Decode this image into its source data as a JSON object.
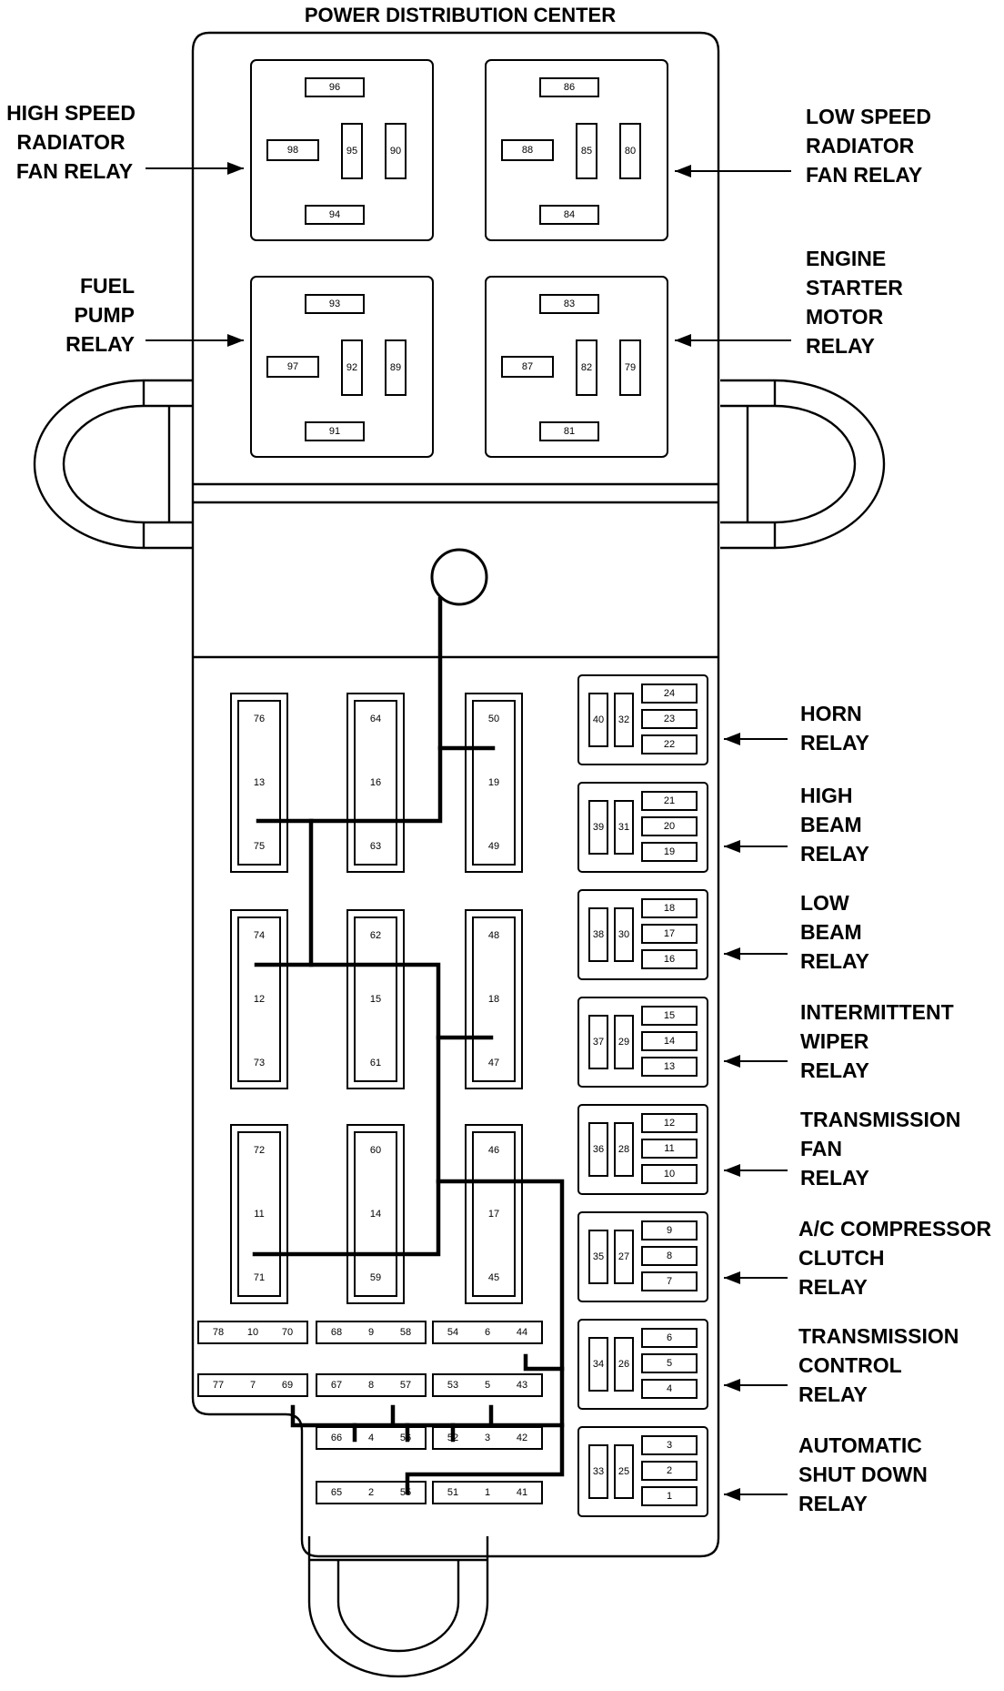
{
  "title": "POWER DISTRIBUTION CENTER",
  "relays_left": {
    "high_speed_fan": [
      "HIGH SPEED",
      "RADIATOR",
      "FAN RELAY"
    ],
    "fuel_pump": [
      "FUEL",
      "PUMP",
      "RELAY"
    ]
  },
  "relays_right": {
    "low_speed_fan": [
      "LOW SPEED",
      "RADIATOR",
      "FAN RELAY"
    ],
    "engine_starter": [
      "ENGINE",
      "STARTER",
      "MOTOR",
      "RELAY"
    ],
    "horn": [
      "HORN",
      "RELAY"
    ],
    "high_beam": [
      "HIGH",
      "BEAM",
      "RELAY"
    ],
    "low_beam": [
      "LOW",
      "BEAM",
      "RELAY"
    ],
    "intermittent_wiper": [
      "INTERMITTENT",
      "WIPER",
      "RELAY"
    ],
    "transmission_fan": [
      "TRANSMISSION",
      "FAN",
      "RELAY"
    ],
    "ac_compressor": [
      "A/C COMPRESSOR",
      "CLUTCH",
      "RELAY"
    ],
    "transmission_control": [
      "TRANSMISSION",
      "CONTROL",
      "RELAY"
    ],
    "auto_shutdown": [
      "AUTOMATIC",
      "SHUT DOWN",
      "RELAY"
    ]
  },
  "big_relays": [
    {
      "top": "96",
      "left": "98",
      "mid": "95",
      "right": "90",
      "bottom": "94"
    },
    {
      "top": "86",
      "left": "88",
      "mid": "85",
      "right": "80",
      "bottom": "84"
    },
    {
      "top": "93",
      "left": "97",
      "mid": "92",
      "right": "89",
      "bottom": "91"
    },
    {
      "top": "83",
      "left": "87",
      "mid": "82",
      "right": "79",
      "bottom": "81"
    }
  ],
  "maxi_fuses": [
    [
      "76",
      "13",
      "75"
    ],
    [
      "64",
      "16",
      "63"
    ],
    [
      "50",
      "19",
      "49"
    ],
    [
      "74",
      "12",
      "73"
    ],
    [
      "62",
      "15",
      "61"
    ],
    [
      "48",
      "18",
      "47"
    ],
    [
      "72",
      "11",
      "71"
    ],
    [
      "60",
      "14",
      "59"
    ],
    [
      "46",
      "17",
      "45"
    ]
  ],
  "small_relays": [
    [
      "40",
      "32",
      "24",
      "23",
      "22"
    ],
    [
      "39",
      "31",
      "21",
      "20",
      "19"
    ],
    [
      "38",
      "30",
      "18",
      "17",
      "16"
    ],
    [
      "37",
      "29",
      "15",
      "14",
      "13"
    ],
    [
      "36",
      "28",
      "12",
      "11",
      "10"
    ],
    [
      "35",
      "27",
      "9",
      "8",
      "7"
    ],
    [
      "34",
      "26",
      "6",
      "5",
      "4"
    ],
    [
      "33",
      "25",
      "3",
      "2",
      "1"
    ]
  ],
  "fuse_rows": [
    [
      "78",
      "10",
      "70"
    ],
    [
      "68",
      "9",
      "58"
    ],
    [
      "54",
      "6",
      "44"
    ],
    [
      "77",
      "7",
      "69"
    ],
    [
      "67",
      "8",
      "57"
    ],
    [
      "53",
      "5",
      "43"
    ],
    [
      "66",
      "4",
      "56"
    ],
    [
      "52",
      "3",
      "42"
    ],
    [
      "65",
      "2",
      "55"
    ],
    [
      "51",
      "1",
      "41"
    ]
  ]
}
